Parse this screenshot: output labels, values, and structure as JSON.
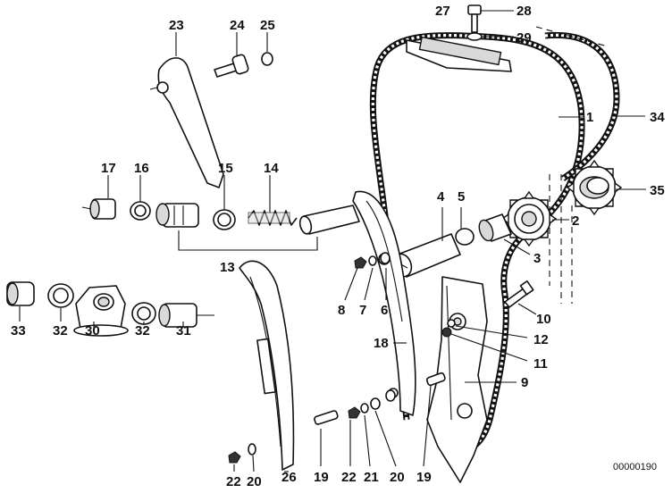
{
  "callouts": {
    "c1": "1",
    "c2": "2",
    "c3": "3",
    "c4": "4",
    "c5": "5",
    "c6": "6",
    "c7": "7",
    "c8": "8",
    "c9": "9",
    "c10": "10",
    "c11": "11",
    "c12": "12",
    "c13": "13",
    "c14": "14",
    "c15": "15",
    "c16": "16",
    "c17": "17",
    "c18": "18",
    "c19a": "19",
    "c19b": "19",
    "c20a": "20",
    "c20b": "20",
    "c21": "21",
    "c22a": "22",
    "c22b": "22",
    "c23": "23",
    "c24": "24",
    "c25": "25",
    "c26": "26",
    "c27": "27",
    "c28": "28",
    "c29": "29",
    "c30": "30",
    "c31": "31",
    "c32a": "32",
    "c32b": "32",
    "c33": "33",
    "c34": "34",
    "c35": "35"
  },
  "document_id": "00000190"
}
